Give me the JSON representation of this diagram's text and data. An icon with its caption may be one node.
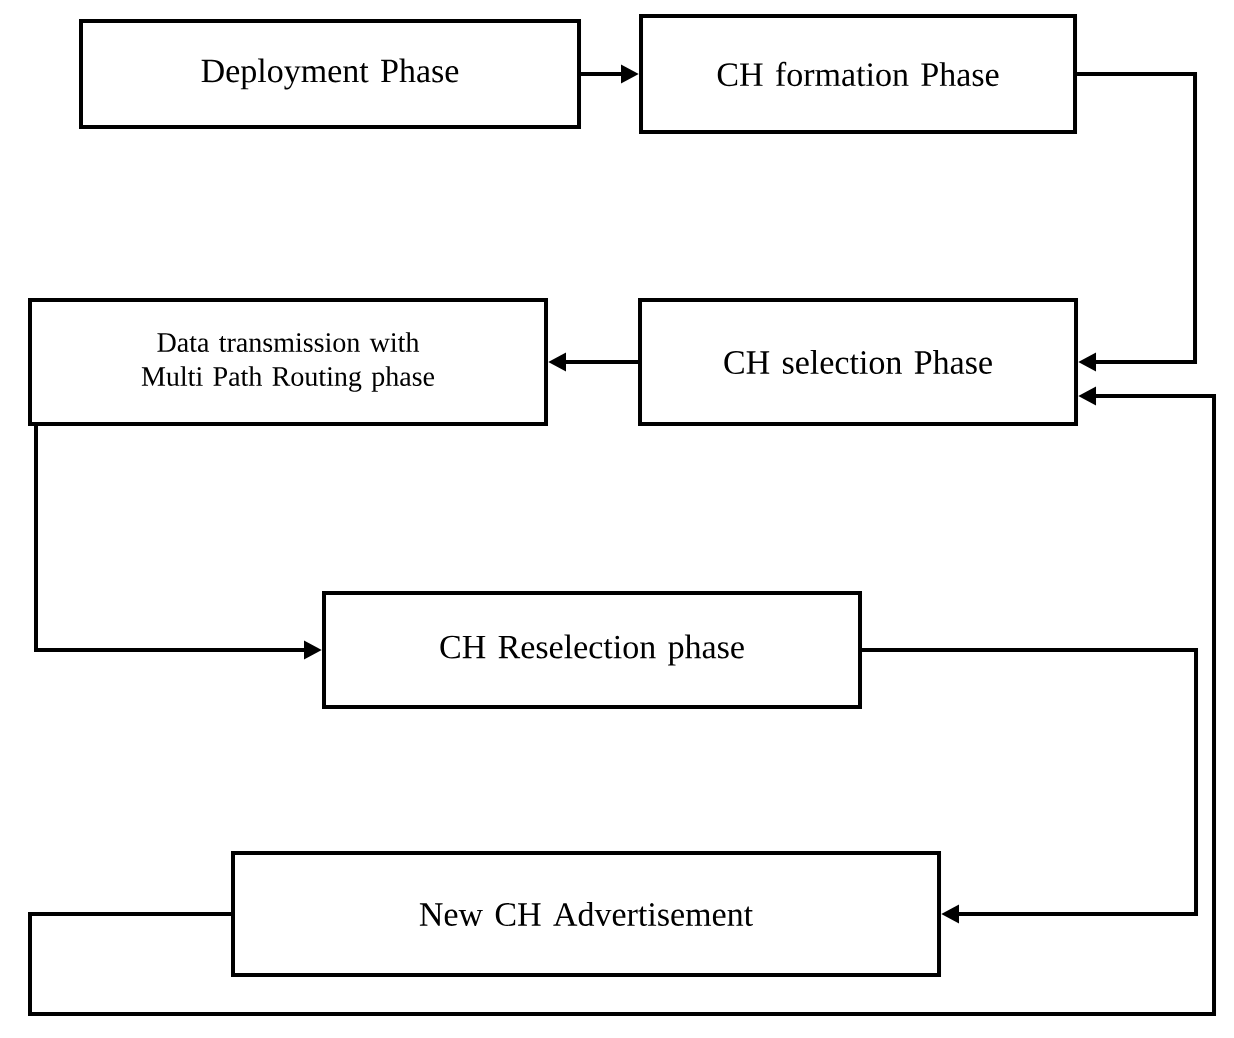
{
  "diagram": {
    "nodes": [
      {
        "text": [
          "Deployment Phase"
        ]
      },
      {
        "text": [
          "CH formation Phase"
        ]
      },
      {
        "text": [
          "CH selection Phase"
        ]
      },
      {
        "text": [
          "Data transmission with Multi Path Routing phase"
        ]
      },
      {
        "text": [
          "CH  Reselection phase"
        ]
      },
      {
        "text": [
          "New CH Advertisement"
        ]
      }
    ],
    "edges": [
      {
        "from": 0,
        "to": 1,
        "arrow": "to"
      },
      {
        "from": 1,
        "to": 2,
        "arrow": "to"
      },
      {
        "from": 2,
        "to": 3,
        "arrow": "to"
      },
      {
        "from": 3,
        "to": 4,
        "arrow": "to"
      },
      {
        "from": 4,
        "to": 5,
        "arrow": "to"
      },
      {
        "from": 5,
        "to": 2,
        "arrow": "to"
      }
    ]
  }
}
